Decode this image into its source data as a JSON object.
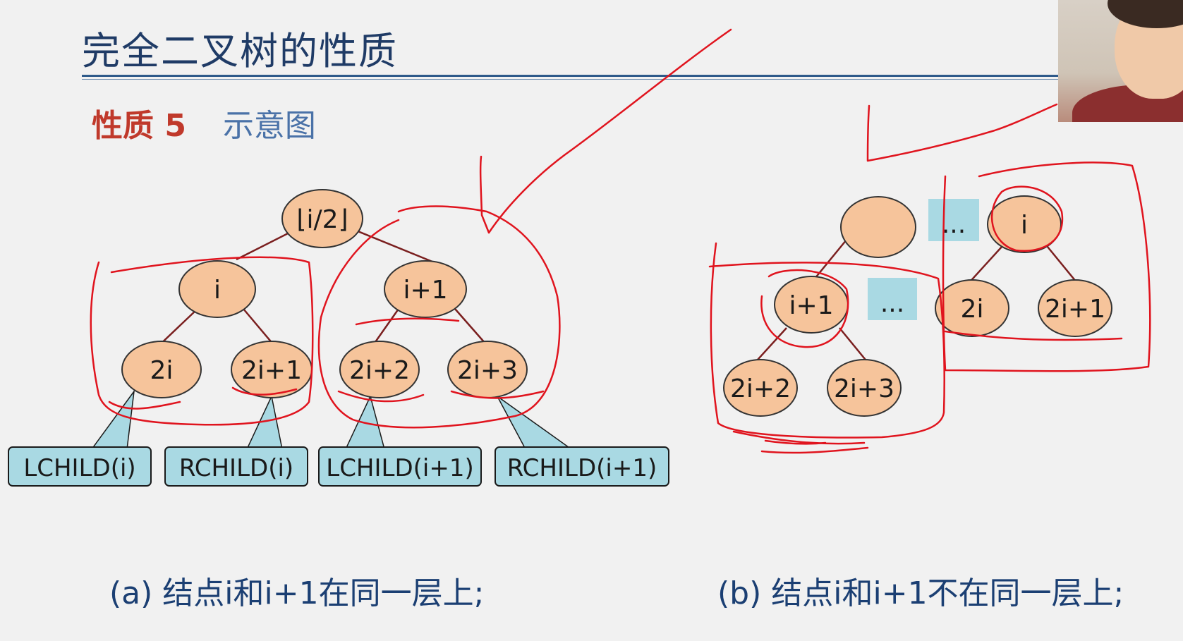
{
  "slide": {
    "title": "完全二叉树的性质",
    "property_label": "性质 5",
    "subtitle": "示意图"
  },
  "diagram_a": {
    "nodes": {
      "root": "⌊i/2⌋",
      "i": "i",
      "i_plus_1": "i+1",
      "two_i": "2i",
      "two_i_plus_1": "2i+1",
      "two_i_plus_2": "2i+2",
      "two_i_plus_3": "2i+3"
    },
    "callouts": {
      "lchild_i": "LCHILD(i)",
      "rchild_i": "RCHILD(i)",
      "lchild_i1": "LCHILD(i+1)",
      "rchild_i1": "RCHILD(i+1)"
    },
    "caption": "(a) 结点i和i+1在同一层上;"
  },
  "diagram_b": {
    "nodes": {
      "i": "i",
      "two_i": "2i",
      "two_i_plus_1": "2i+1",
      "i_plus_1": "i+1",
      "two_i_plus_2": "2i+2",
      "two_i_plus_3": "2i+3"
    },
    "ellipsis": "...",
    "caption": "(b)  结点i和i+1不在同一层上;"
  },
  "colors": {
    "node_fill": "#f6c49b",
    "callout_fill": "#a9d9e3",
    "edge": "#7a1f1f",
    "annotation": "#e0141e",
    "title": "#1f3b66",
    "property": "#c0392b"
  }
}
